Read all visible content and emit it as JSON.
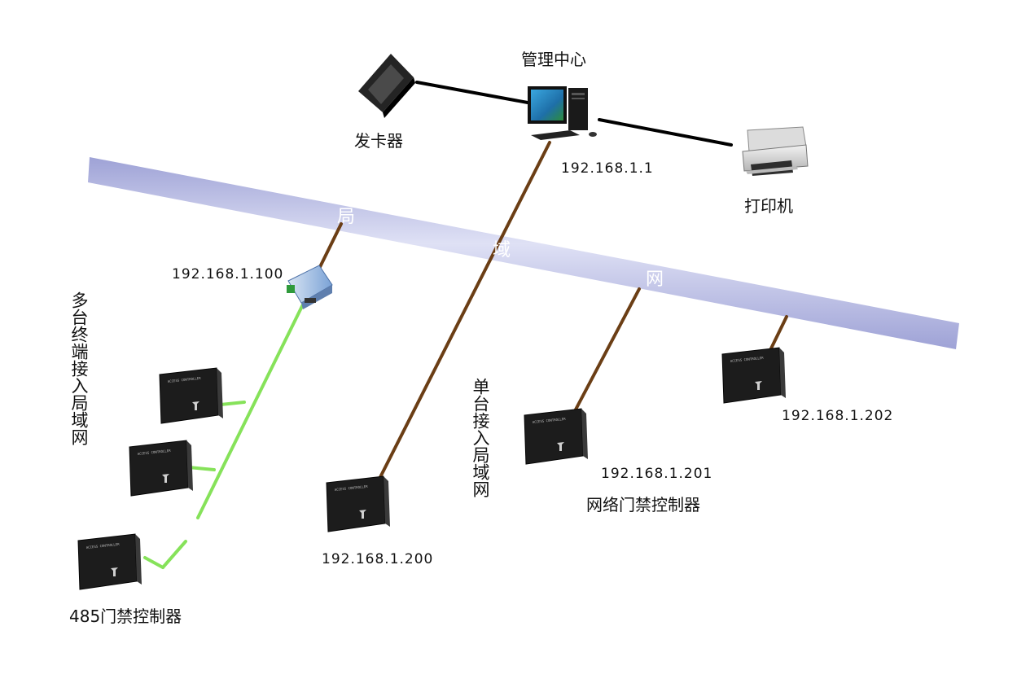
{
  "labels": {
    "management_center": "管理中心",
    "card_issuer": "发卡器",
    "printer": "打印机",
    "lan_chars": [
      "局",
      "域",
      "网"
    ],
    "multi_terminal_vertical": "多台终端接入局域网",
    "single_vertical": "单台接入局域网",
    "network_controllers": "网络门禁控制器",
    "rs485_controllers": "485门禁控制器"
  },
  "ips": {
    "server": "192.168.1.1",
    "converter": "192.168.1.100",
    "ctrl_200": "192.168.1.200",
    "ctrl_201": "192.168.1.201",
    "ctrl_202": "192.168.1.202"
  },
  "controller_panel_text": "ACCESS CONTROLLER",
  "colors": {
    "lan_band": "#a9acd9",
    "lan_band_light": "#dfe1f5",
    "network_cable": "#6b3e15",
    "rs485_cable": "#86e25a",
    "device_dark": "#1c1c1c"
  },
  "icons": [
    "card-reader-icon",
    "computer-icon",
    "printer-icon",
    "converter-icon",
    "controller-icon"
  ]
}
